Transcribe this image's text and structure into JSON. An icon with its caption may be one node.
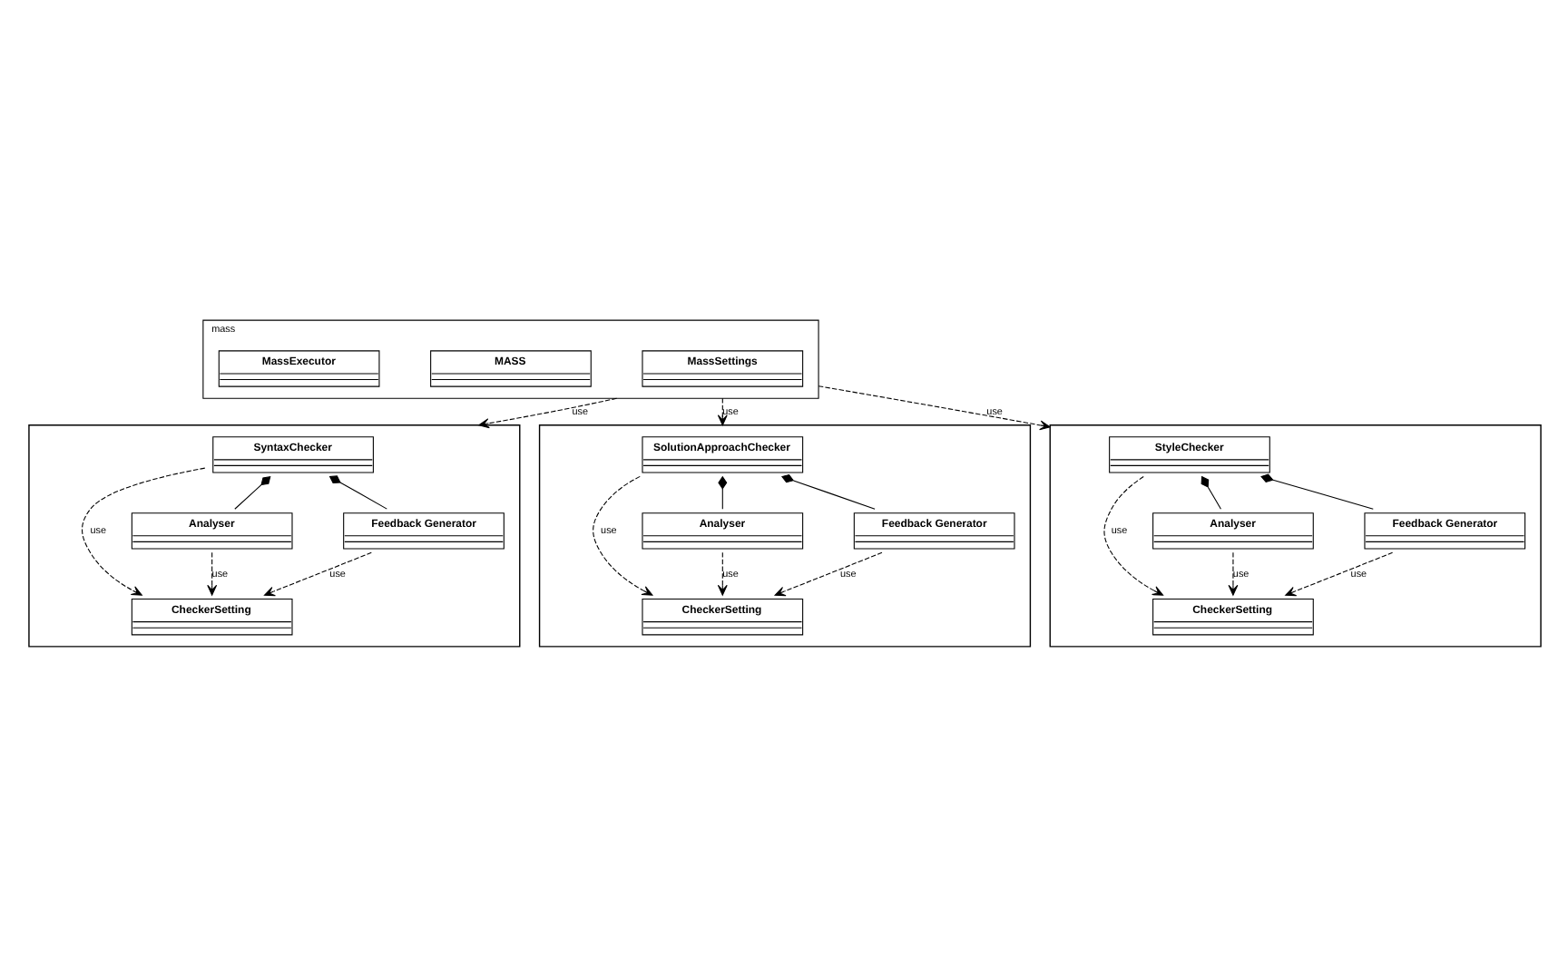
{
  "diagram": {
    "nodes": [
      {
        "text": [
          "mass"
        ]
      },
      {
        "text": [
          "MassSettings"
        ],
        "in": 0
      },
      {
        "text": [
          "MASS"
        ],
        "in": 0
      },
      {
        "text": [
          "MassExecutor"
        ],
        "in": 0
      },
      {
        "text": [],
        "shape": "folder"
      },
      {
        "text": [
          "SyntaxChecker"
        ],
        "in": 4
      },
      {
        "text": [
          "CheckerSetting"
        ],
        "in": 4
      },
      {
        "text": [
          "Analyser"
        ],
        "in": 4
      },
      {
        "text": [
          "Feedback Generator"
        ],
        "in": 4
      },
      {
        "text": [],
        "shape": "folder"
      },
      {
        "text": [
          "SolutionApproachChecker"
        ],
        "in": 9
      },
      {
        "text": [
          "CheckerSetting"
        ],
        "in": 9
      },
      {
        "text": [
          "Analyser"
        ],
        "in": 9
      },
      {
        "text": [
          "Feedback Generator"
        ],
        "in": 9
      },
      {
        "text": [],
        "shape": "folder"
      },
      {
        "text": [
          "StyleChecker"
        ],
        "in": 14
      },
      {
        "text": [
          "CheckerSetting"
        ],
        "in": 14
      },
      {
        "text": [
          "Analyser"
        ],
        "in": 14
      },
      {
        "text": [
          "Feedback Generator"
        ],
        "in": 14
      }
    ],
    "edges": [
      {
        "from": 0,
        "to": 4,
        "arrow": "to",
        "label": "use",
        "style": "dashed"
      },
      {
        "from": 0,
        "to": 9,
        "arrow": "to",
        "label": "use",
        "style": "dashed"
      },
      {
        "from": 0,
        "to": 14,
        "arrow": "to",
        "label": "use",
        "style": "dashed"
      },
      {
        "from": 5,
        "to": 6,
        "arrow": "to",
        "label": "use",
        "style": "dashed"
      },
      {
        "from": 7,
        "to": 6,
        "arrow": "to",
        "label": "use",
        "style": "dashed"
      },
      {
        "from": 8,
        "to": 6,
        "arrow": "to",
        "label": "use",
        "style": "dashed"
      },
      {
        "from": 5,
        "to": 7,
        "arrow": "other"
      },
      {
        "from": 5,
        "to": 8,
        "arrow": "other"
      },
      {
        "from": 10,
        "to": 11,
        "arrow": "to",
        "label": "use",
        "style": "dashed"
      },
      {
        "from": 12,
        "to": 11,
        "arrow": "to",
        "label": "use",
        "style": "dashed"
      },
      {
        "from": 13,
        "to": 11,
        "arrow": "to",
        "label": "use",
        "style": "dashed"
      },
      {
        "from": 10,
        "to": 12,
        "arrow": "other"
      },
      {
        "from": 10,
        "to": 13,
        "arrow": "other"
      },
      {
        "from": 15,
        "to": 16,
        "arrow": "to",
        "label": "use",
        "style": "dashed"
      },
      {
        "from": 17,
        "to": 16,
        "arrow": "to",
        "label": "use",
        "style": "dashed"
      },
      {
        "from": 18,
        "to": 16,
        "arrow": "to",
        "label": "use",
        "style": "dashed"
      },
      {
        "from": 15,
        "to": 17,
        "arrow": "other"
      },
      {
        "from": 15,
        "to": 18,
        "arrow": "other"
      }
    ]
  }
}
